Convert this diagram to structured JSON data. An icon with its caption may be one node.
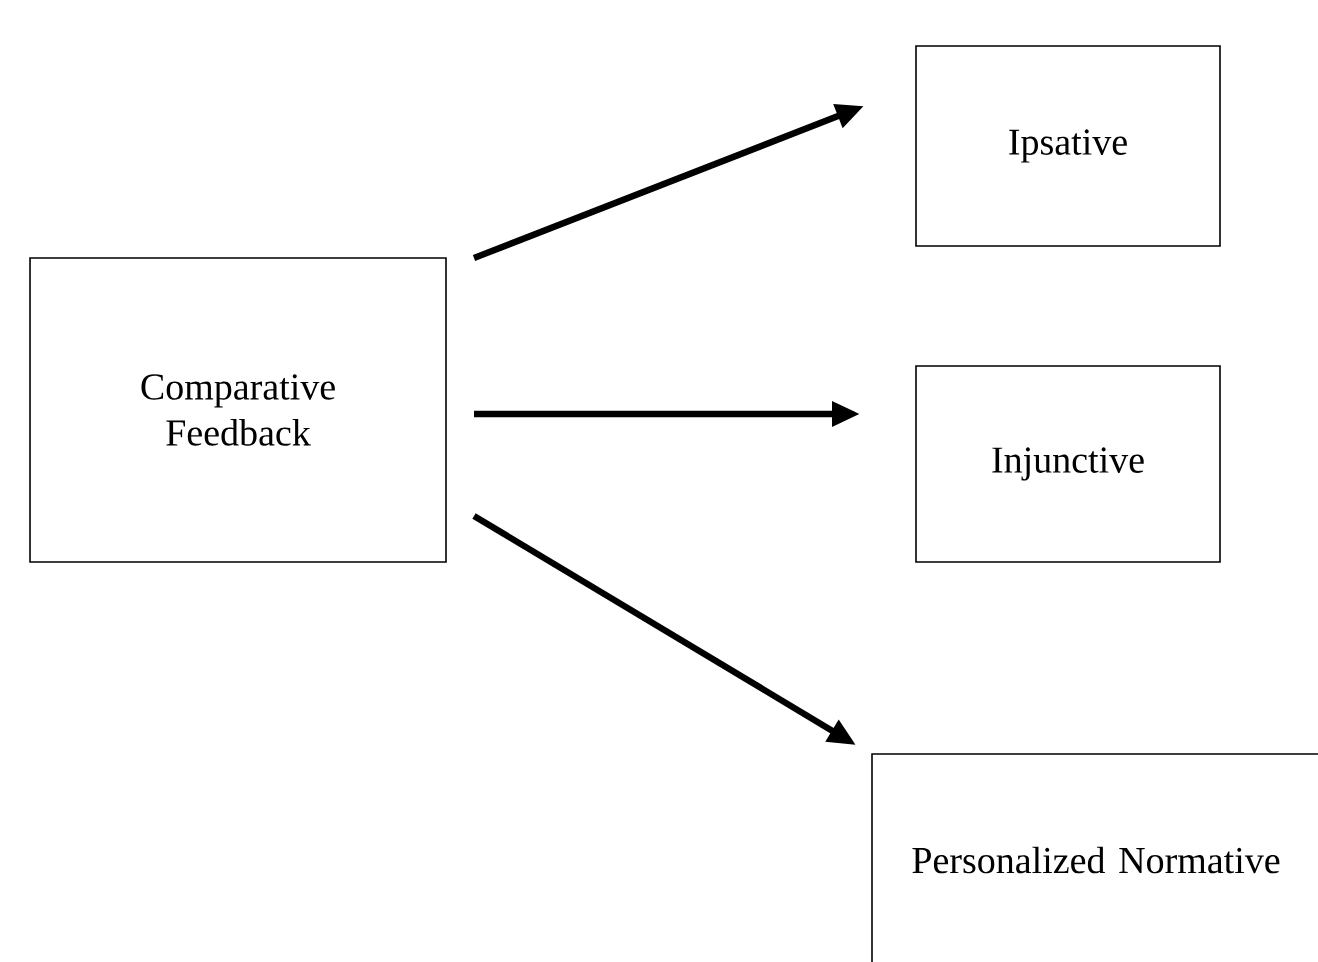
{
  "diagram": {
    "nodes": [
      {
        "text": [
          "Comparative Feedback"
        ]
      },
      {
        "text": [
          "Ipsative"
        ]
      },
      {
        "text": [
          "Injunctive"
        ]
      },
      {
        "text": [
          "Personalized Normative"
        ]
      }
    ],
    "edges": [
      {
        "from": 0,
        "to": 1,
        "arrow": "to"
      },
      {
        "from": 0,
        "to": 2,
        "arrow": "to"
      },
      {
        "from": 0,
        "to": 3,
        "arrow": "to"
      }
    ]
  }
}
